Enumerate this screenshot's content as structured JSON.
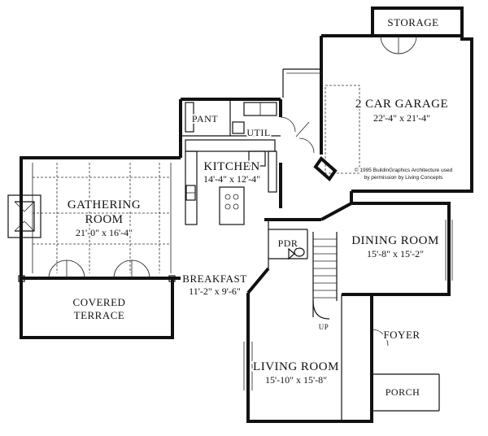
{
  "plan": {
    "rooms": {
      "storage": {
        "name": "STORAGE"
      },
      "garage": {
        "name": "2 CAR GARAGE",
        "dims": "22'-4\" x 21'-4\""
      },
      "pantry": {
        "name": "PANT"
      },
      "utility": {
        "name": "UTIL"
      },
      "kitchen": {
        "name": "KITCHEN",
        "dims": "14'-4\" x 12'-4\""
      },
      "gathering": {
        "name_line1": "GATHERING",
        "name_line2": "ROOM",
        "dims": "21'-0\" x 16'-4\""
      },
      "powder": {
        "name": "PDR"
      },
      "dining": {
        "name": "DINING ROOM",
        "dims": "15'-8\" x 15'-2\""
      },
      "terrace": {
        "name_line1": "COVERED",
        "name_line2": "TERRACE"
      },
      "breakfast": {
        "name": "BREAKFAST",
        "dims": "11'-2\" x 9'-6\""
      },
      "foyer": {
        "name": "FOYER"
      },
      "living": {
        "name": "LIVING ROOM",
        "dims": "15'-10\" x 15'-8\""
      },
      "porch": {
        "name": "PORCH"
      }
    },
    "stair_label": "UP",
    "copyright_line1": "© 1995 BuildinGraphics Architecture used",
    "copyright_line2": "by permission by Living Concepts"
  }
}
